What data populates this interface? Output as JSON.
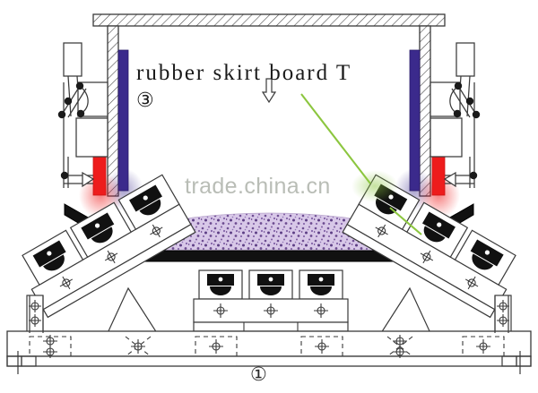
{
  "diagram": {
    "title": "rubber skirt board T",
    "background_color": "#ffffff",
    "callouts": [
      {
        "id": "skirt-board",
        "marker": "③",
        "label": "rubber skirt board T"
      },
      {
        "id": "conveyor-base",
        "marker": "①",
        "label": ""
      }
    ],
    "watermark": "trade.china.cn",
    "colors": {
      "skirt_board_blue": "#3b2a8c",
      "clamp_red": "#ee1c1c",
      "belt_black": "#111111",
      "material_fill": "#d3c0e4",
      "material_speck": "#6b4a8f",
      "leader_green": "#8cc63f",
      "line_dark": "#3a3a3a",
      "hatch_gray": "#555555",
      "watermark_gray": "#b9bdb6"
    },
    "parts": {
      "top_beam": "support beam",
      "post_left": "vertical post",
      "post_right": "vertical post",
      "skirt_left": "rubber skirt board",
      "skirt_right": "rubber skirt board",
      "clamp_left": "clamp lever assembly",
      "clamp_right": "clamp lever assembly",
      "belt": "conveyor belt",
      "material": "bulk material load",
      "idler_left": "inclined idler roller set",
      "idler_center": "center idler roller set",
      "idler_right": "inclined idler roller set",
      "frame": "base frame"
    },
    "annotations": {
      "down_arrow": "down-arrow",
      "leader_line": "leader-line"
    }
  }
}
